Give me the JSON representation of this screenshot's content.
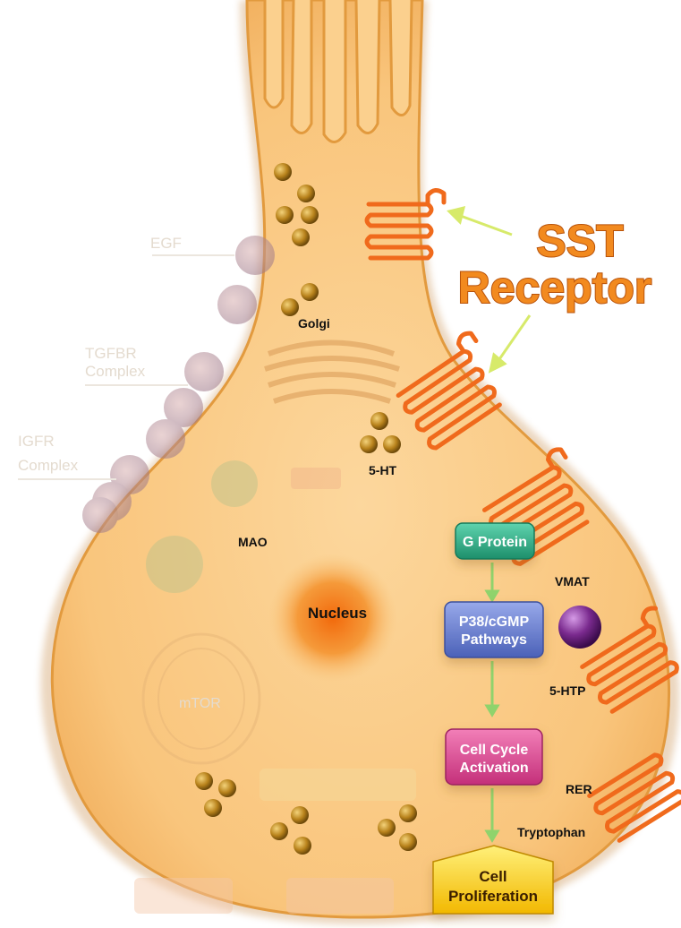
{
  "title": {
    "line1": "SST",
    "line2": "Receptor"
  },
  "labels": {
    "golgi": "Golgi",
    "serotonin": "5-HT",
    "mao": "MAO",
    "nucleus": "Nucleus",
    "vmat": "VMAT",
    "htp": "5-HTP",
    "rer": "RER",
    "tryptophan": "Tryptophan"
  },
  "faint_labels": {
    "egf": "EGF",
    "tgfb_1": "TGFBR",
    "tgfb_2": "Complex",
    "igfr_1": "IGFR",
    "igfr_2": "Complex",
    "left_inner": "mTOR"
  },
  "pathway": {
    "g_protein": "G Protein",
    "p38_1": "P38/cGMP",
    "p38_2": "Pathways",
    "cell_cycle_1": "Cell Cycle",
    "cell_cycle_2": "Activation",
    "prolif_1": "Cell",
    "prolif_2": "Proliferation"
  },
  "colors": {
    "cell_fill": "#f9c57c",
    "cell_edge": "#e29a3e",
    "receptor": "#f06a1c",
    "g_protein": "#2db58c",
    "p38": "#6f86d6",
    "cell_cycle": "#e4509a",
    "proliferation": "#ffd53d",
    "nucleus": "#f37b1c",
    "vmat": "#7a2a8e"
  }
}
